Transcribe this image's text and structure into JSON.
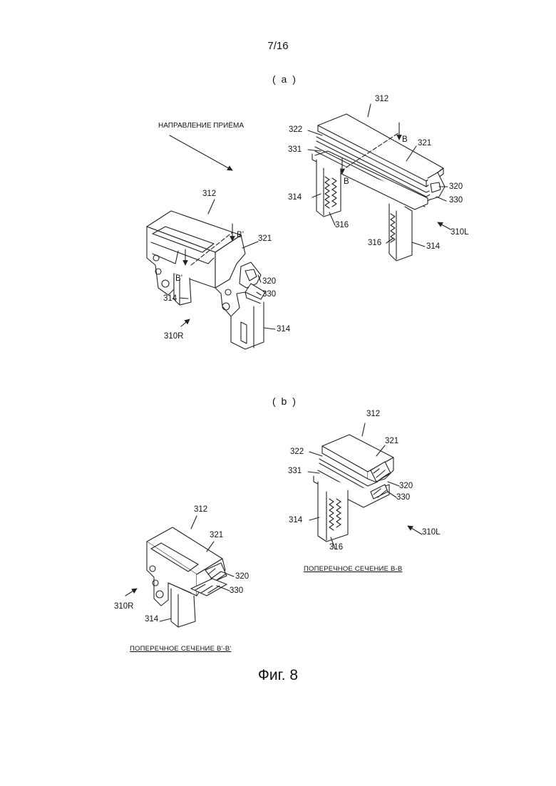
{
  "page_number": "7/16",
  "panels": {
    "a": {
      "label": "( a )",
      "direction_text": "НАПРАВЛЕНИЕ ПРИЁМА",
      "left_part": {
        "n312": "312",
        "n321": "321",
        "n_b_top": "B’",
        "n_b_bot": "B’",
        "n320": "320",
        "n330": "330",
        "n314a": "314",
        "n314b": "314",
        "n310": "310R"
      },
      "right_part": {
        "n312": "312",
        "n322": "322",
        "n331": "331",
        "n321": "321",
        "n_b_top": "B",
        "n_b_bot": "B",
        "n320": "320",
        "n330": "330",
        "n314a": "314",
        "n316a": "316",
        "n316b": "316",
        "n314b": "314",
        "n310": "310L"
      }
    },
    "b": {
      "label": "( b )",
      "left_part": {
        "n312": "312",
        "n321": "321",
        "n320": "320",
        "n330": "330",
        "n310": "310R",
        "n314": "314",
        "caption": "ПОПЕРЕЧНОЕ СЕЧЕНИЕ B'-B'"
      },
      "right_part": {
        "n312": "312",
        "n322": "322",
        "n321": "321",
        "n331": "331",
        "n320": "320",
        "n330": "330",
        "n314": "314",
        "n310": "310L",
        "n316": "316",
        "caption": "ПОПЕРЕЧНОЕ СЕЧЕНИЕ B-B"
      }
    }
  },
  "figure_caption": "Фиг. 8"
}
